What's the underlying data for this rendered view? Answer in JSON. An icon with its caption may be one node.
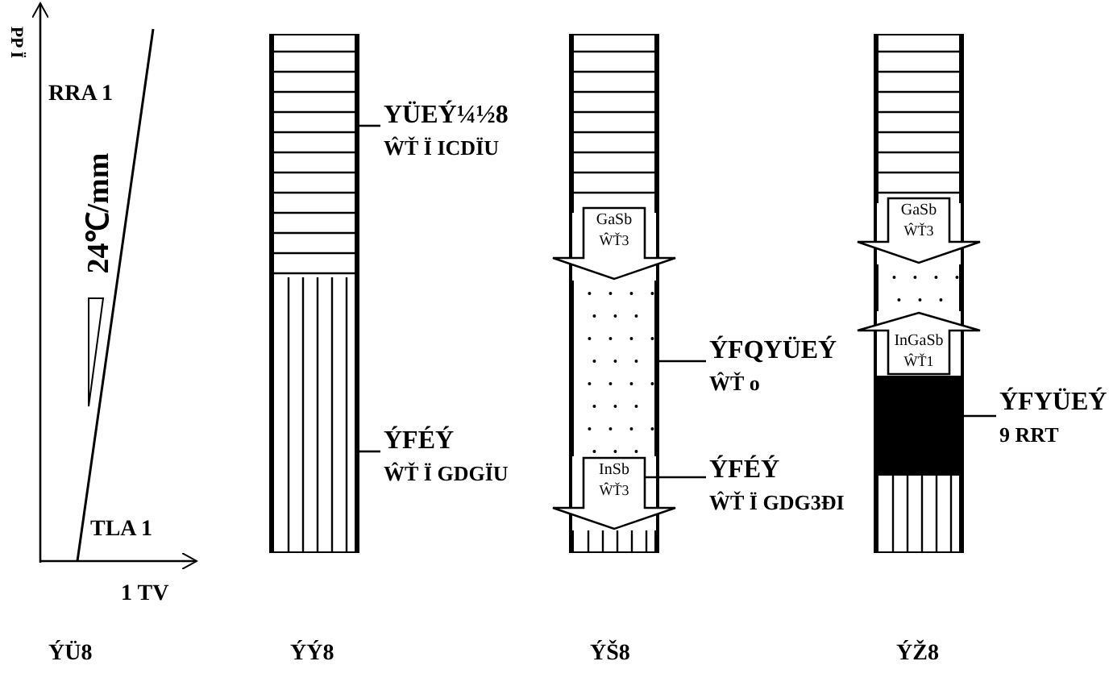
{
  "diagram": {
    "nodes": [
      {
        "text": [],
        "shape": "bar"
      },
      {
        "text": [],
        "shape": "bar"
      },
      {
        "text": [
          "YÜEÝ¼½8",
          "ŴŤ Ï ICDÏU"
        ]
      },
      {
        "text": [
          "ÝFÉÝ",
          "ŴŤ Ï GDGÏU"
        ]
      },
      {
        "text": [
          "GaSb",
          "ŴŤ3"
        ]
      },
      {
        "text": [],
        "shape": "bar"
      },
      {
        "text": [
          "InSb",
          "ŴŤ3"
        ]
      },
      {
        "text": [
          "ÝFQYÜEÝ",
          "ŴŤ o"
        ]
      },
      {
        "text": [
          "ÝFÉÝ",
          "ŴŤ Ï GDG3ÐI"
        ]
      },
      {
        "text": [
          "GaSb",
          "ŴŤ3"
        ]
      },
      {
        "text": [
          "InGaSb",
          "ŴŤ1"
        ]
      },
      {
        "text": [],
        "shape": "bar"
      },
      {
        "text": [
          "ÝFYÜEÝ",
          "9 RRT"
        ]
      },
      {
        "text": [],
        "shape": "bar"
      },
      {
        "text": [],
        "shape": "bar"
      },
      {
        "text": [],
        "shape": "bar"
      },
      {
        "text": [],
        "shape": "bar"
      },
      {
        "text": [],
        "shape": "bar"
      }
    ],
    "edges": [
      {
        "from": 2,
        "to": 0,
        "arrow": "none"
      },
      {
        "from": 3,
        "to": 1,
        "arrow": "none"
      },
      {
        "from": 7,
        "to": 5,
        "arrow": "none"
      },
      {
        "from": 8,
        "to": 6,
        "arrow": "none"
      },
      {
        "from": 12,
        "to": 11,
        "arrow": "none"
      }
    ],
    "labels": [
      "PP Ï",
      "RRA 1",
      "24℃/mm",
      "TLA 1",
      "1 TV",
      "ÝÜ8",
      "ÝÝ8",
      "ÝŠ8",
      "ÝŽ8"
    ]
  }
}
